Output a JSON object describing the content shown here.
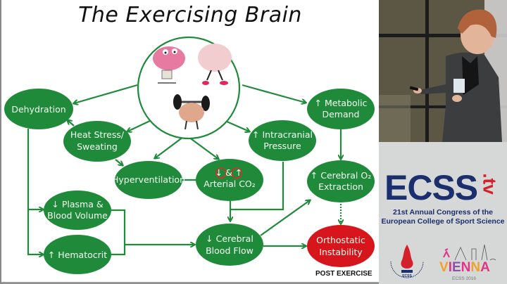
{
  "slide": {
    "title": "The Exercising Brain",
    "center_image": "exercising-brains-illustration",
    "nodes": {
      "dehydration": "Dehydration",
      "heat_stress": [
        "Heat Stress/",
        "Sweating"
      ],
      "hyperventilation": "Hyperventilation",
      "arterial_co2": [
        "↓ & ↑",
        "Arterial CO₂"
      ],
      "intracranial": [
        "↑ Intracranial",
        "Pressure"
      ],
      "metabolic": [
        "↑ Metabolic",
        "Demand"
      ],
      "o2_extraction": [
        "↑ Cerebral O₂",
        "Extraction"
      ],
      "plasma": [
        "↓ Plasma &",
        "Blood Volume"
      ],
      "hematocrit": "↑ Hematocrit",
      "cerebral_blood_flow": [
        "↓ Cerebral",
        "Blood Flow"
      ],
      "orthostatic": [
        "Orthostatic",
        "Instability"
      ]
    },
    "post_exercise_label": "POST EXERCISE",
    "colors": {
      "node_green": "#1f8a3a",
      "node_red": "#d6161c",
      "highlight_circle": "#c0392b"
    }
  },
  "video": {
    "description": "presenter-with-clicker"
  },
  "branding": {
    "logo": "ECSS",
    "logo_suffix": ".tv",
    "congress_line1": "21st Annual Congress of the",
    "congress_line2": "European College of Sport Science",
    "society_seal": "EUROPEAN COLLEGE of SPORT SCIENCE",
    "seal_abbrev": "ECSS",
    "city": "VIENNA",
    "event": "ECSS 2016"
  }
}
